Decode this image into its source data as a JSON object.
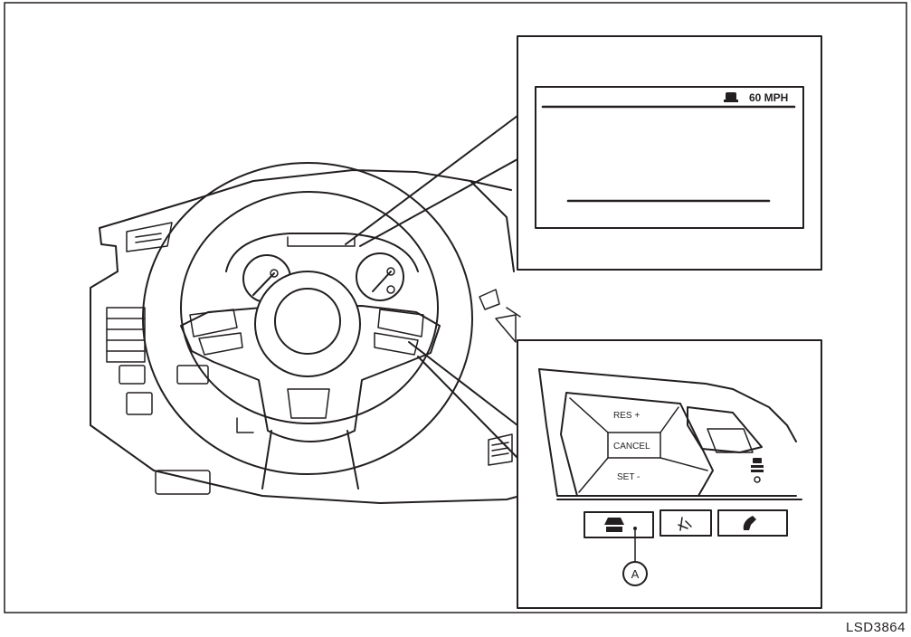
{
  "display_inset": {
    "speed_text": "60 MPH",
    "car_icon": "vehicle-ahead-icon"
  },
  "switch_inset": {
    "res_label": "RES +",
    "cancel_label": "CANCEL",
    "set_label": "SET -",
    "callout_label": "A",
    "buttons": [
      "driver-assist-icon",
      "voice-command-icon",
      "phone-icon"
    ],
    "distance_icon": "vehicle-distance-icon"
  },
  "figure_code": "LSD3864"
}
